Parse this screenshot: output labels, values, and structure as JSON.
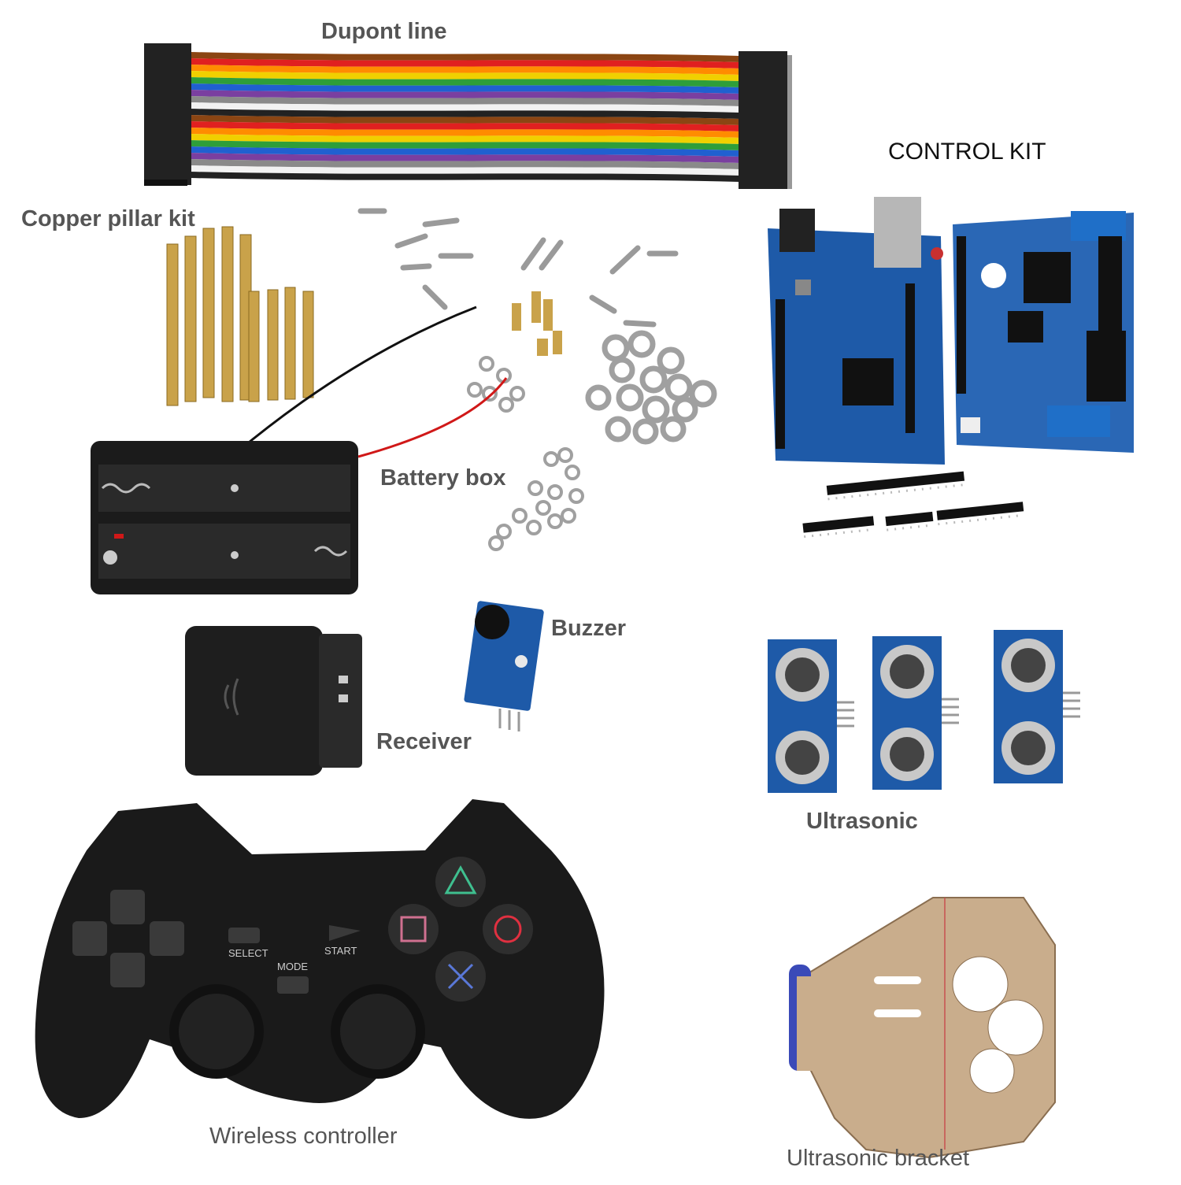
{
  "labels": {
    "dupont_line": "Dupont line",
    "control_kit": "CONTROL KIT",
    "copper_pillar_kit": "Copper pillar kit",
    "battery_box": "Battery box",
    "buzzer": "Buzzer",
    "receiver": "Receiver",
    "ultrasonic": "Ultrasonic",
    "wireless_controller": "Wireless controller",
    "ultrasonic_bracket": "Ultrasonic bracket"
  },
  "controller_text": {
    "select": "SELECT",
    "mode": "MODE",
    "start": "START"
  },
  "colors": {
    "background": "#ffffff",
    "label_text": "#555555",
    "board_blue": "#1e5aa8",
    "brass": "#c9a24a",
    "controller_black": "#1a1a1a",
    "bracket_wood": "#c9ad8c"
  },
  "wire_colors": [
    "#8b4513",
    "#e02020",
    "#ff8c00",
    "#f0d000",
    "#2e9e3a",
    "#2060d0",
    "#7a3fa0",
    "#8a8a8a",
    "#f2f2f2",
    "#222222"
  ]
}
